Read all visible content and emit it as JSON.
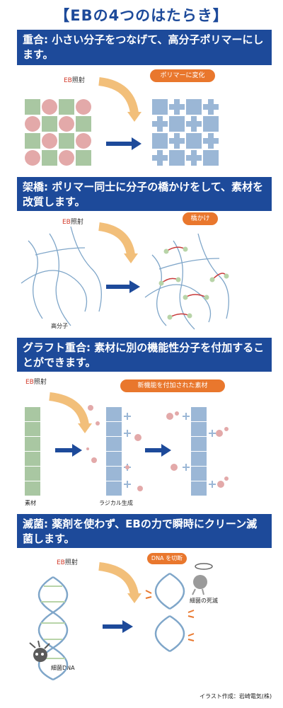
{
  "title": "【EBの4つのはたらき】",
  "sections": [
    {
      "heading": "重合: 小さい分子をつなげて、高分子ポリマーにします。",
      "eb": "照射",
      "bubble": "ポリマーに変化"
    },
    {
      "heading": "架橋: ポリマー同士に分子の橋かけをして、素材を改質します。",
      "eb": "照射",
      "bubble": "橋かけ",
      "label_left": "高分子"
    },
    {
      "heading": "グラフト重合: 素材に別の機能性分子を付加することができます。",
      "eb": "照射",
      "bubble": "新機能を付加された素材",
      "label_left": "素材",
      "label_mid": "ラジカル生成"
    },
    {
      "heading": "滅菌: 薬剤を使わず、EBの力で瞬時にクリーン滅菌します。",
      "eb": "照射",
      "bubble": "DNA を切断",
      "label_left": "細菌DNA",
      "label_right": "細菌の死滅"
    }
  ],
  "eb_prefix": "EB",
  "credit": "イラスト作成：岩崎電気(株)",
  "colors": {
    "navy": "#1d4a9a",
    "orange": "#e9772d",
    "green": "#a9c7a2",
    "pink": "#e3a9a9",
    "blue": "#9bb7d6"
  }
}
